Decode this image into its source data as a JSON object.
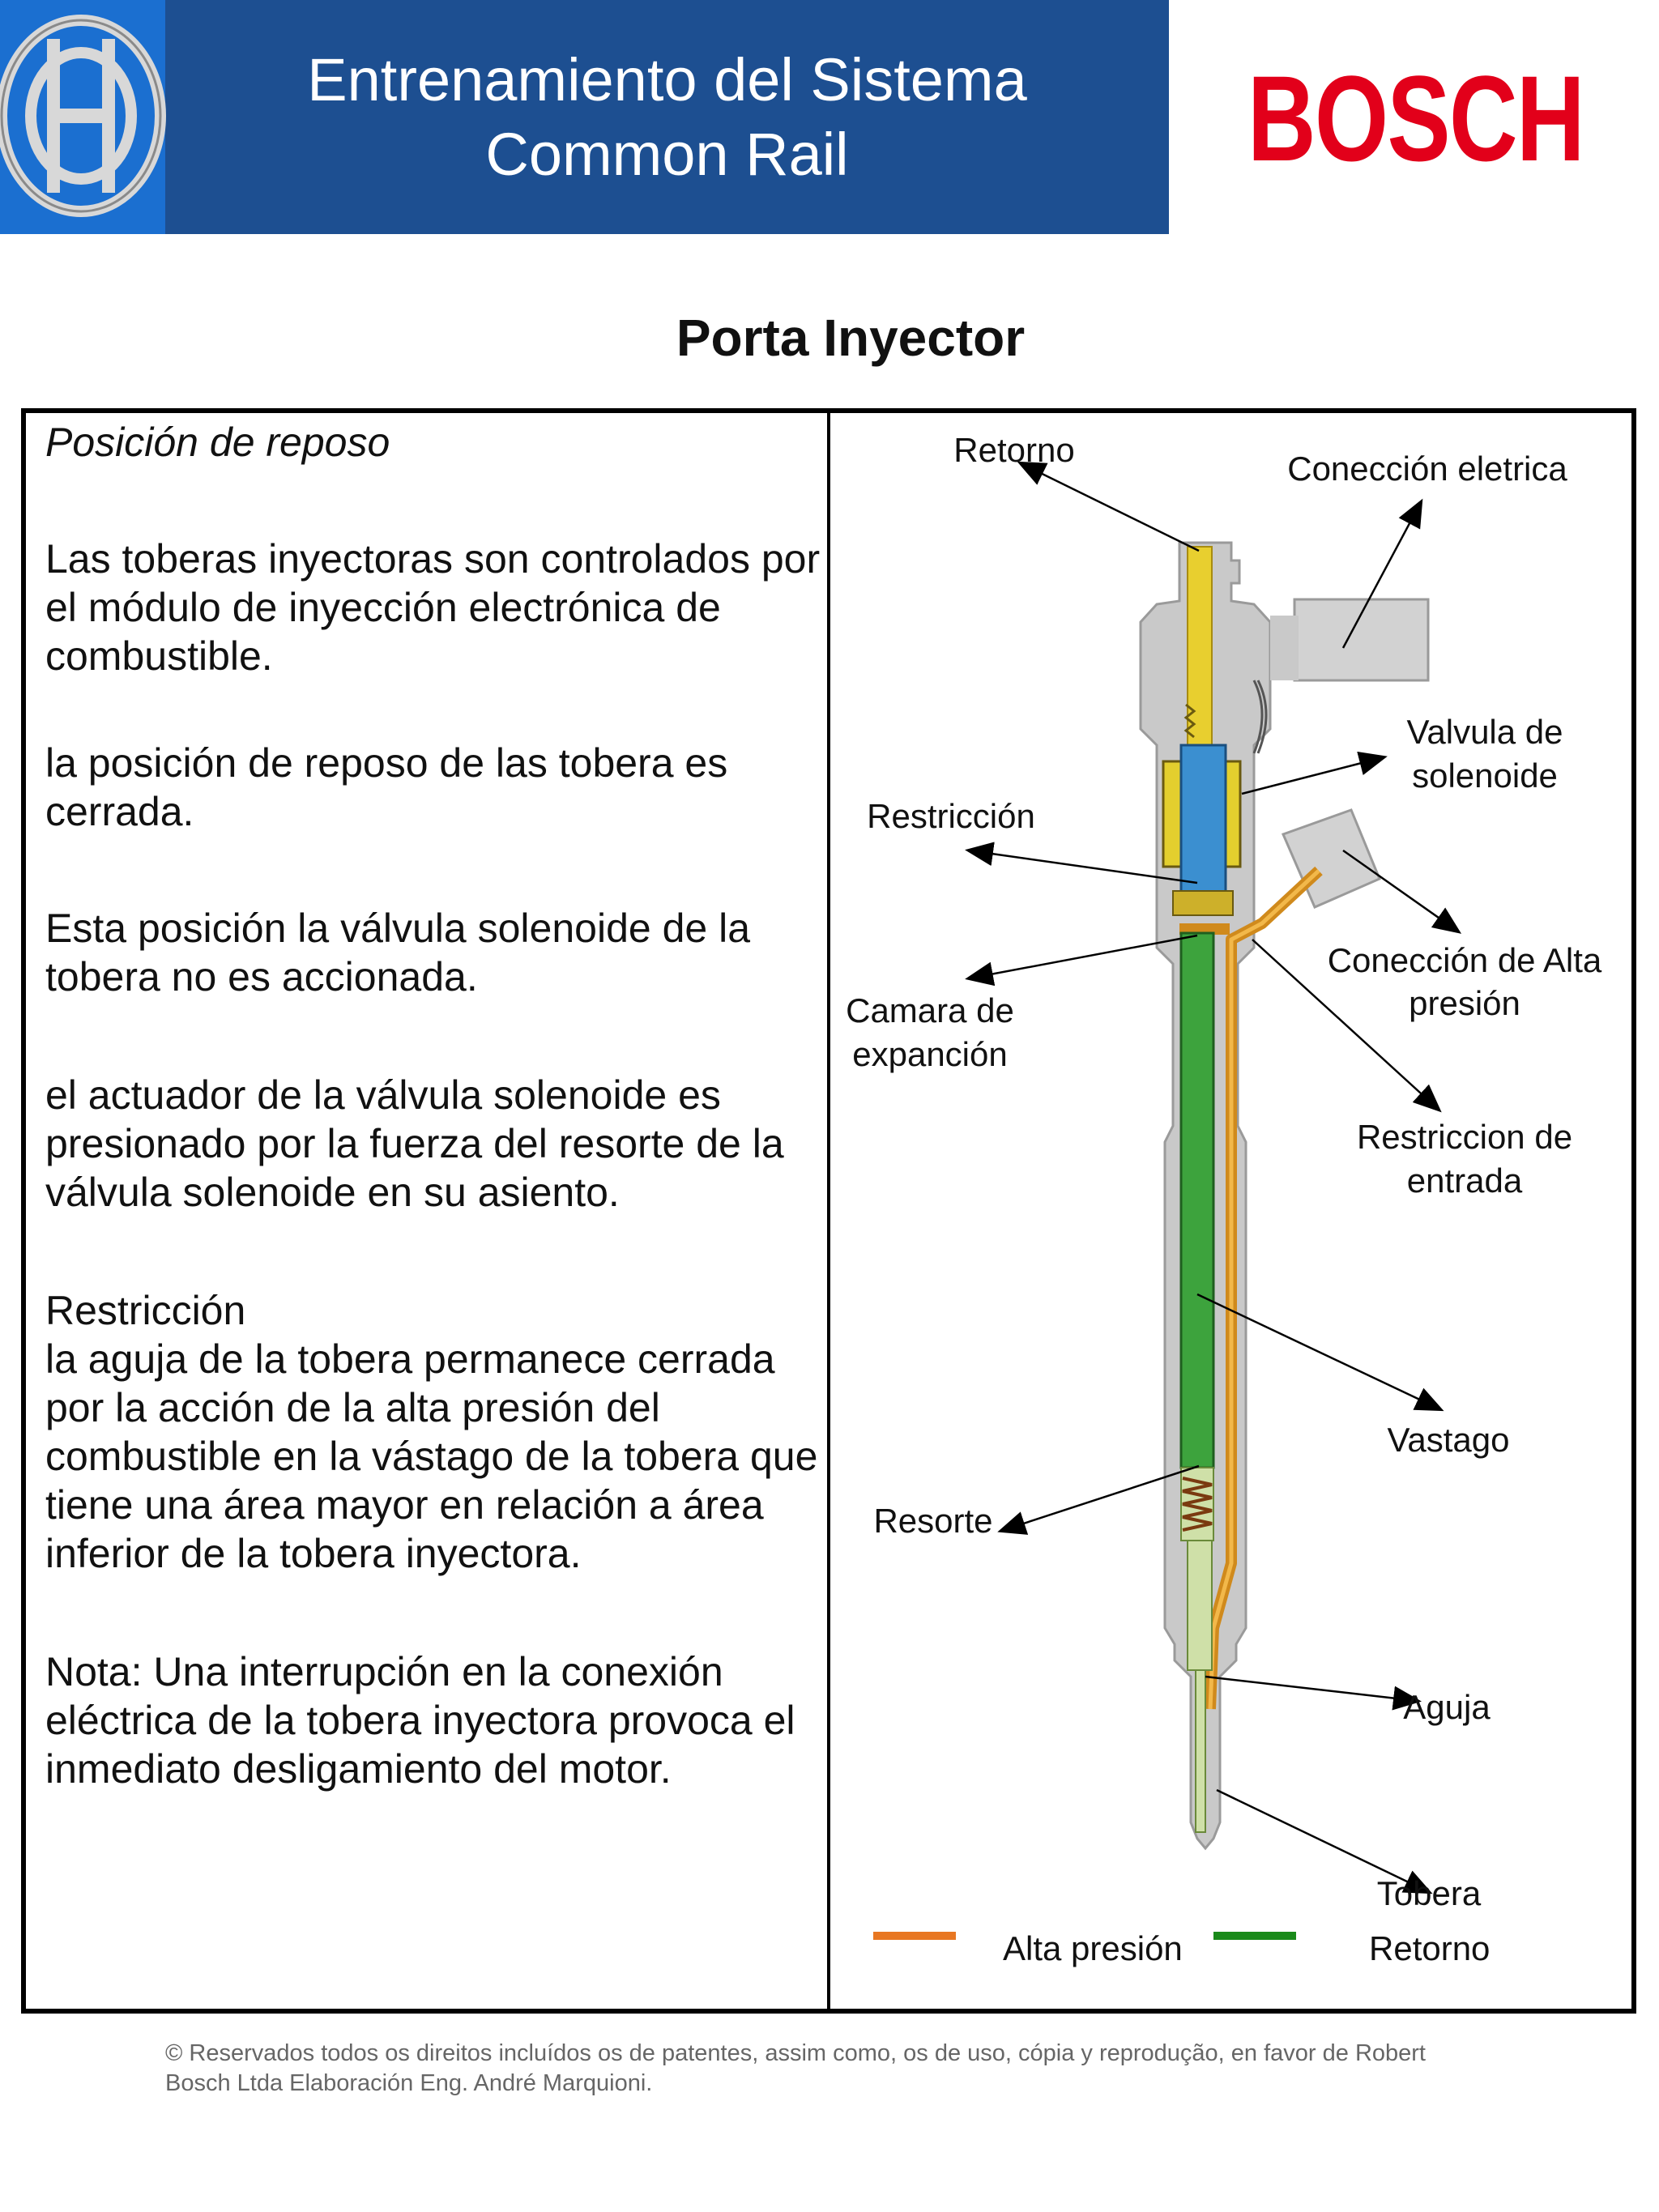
{
  "header": {
    "title_line1": "Entrenamiento del Sistema",
    "title_line2": "Common Rail",
    "brand": "BOSCH",
    "colors": {
      "band": "#1d4f91",
      "emblem_bg": "#1b6fd0",
      "brand": "#e2001a"
    }
  },
  "page_title": "Porta Inyector",
  "left": {
    "subtitle": "Posición de reposo",
    "p1": "Las toberas inyectoras son controlados por el módulo de inyección electrónica de combustible.",
    "p2": "la posición de reposo de las tobera es cerrada.",
    "p3": "Esta posición la válvula solenoide de la tobera no es accionada.",
    "p4": "el actuador de la válvula solenoide es presionado por la fuerza del resorte de la válvula solenoide en su asiento.",
    "p5_head": "Restricción",
    "p5_body": "la aguja de la tobera permanece cerrada por la acción de la alta presión del combustible en la vástago de la tobera que tiene una área mayor en relación a área inferior de la tobera inyectora.",
    "p6": "Nota: Una interrupción en la conexión eléctrica de la tobera inyectora provoca el inmediato desligamiento del motor."
  },
  "diagram": {
    "labels": {
      "retorno": "Retorno",
      "conexion_electrica": "Conección eletrica",
      "valvula_1": "Valvula de",
      "valvula_2": "solenoide",
      "restriccion": "Restricción",
      "conexion_alta_1": "Conección de Alta",
      "conexion_alta_2": "presión",
      "camara_1": "Camara de",
      "camara_2": "expanción",
      "restriccion_entrada_1": "Restriccion de",
      "restriccion_entrada_2": "entrada",
      "vastago": "Vastago",
      "resorte": "Resorte",
      "aguja": "Aguja",
      "tobera": "Tobera"
    },
    "legend": [
      {
        "label": "Alta presión",
        "color": "#e87722"
      },
      {
        "label": "Retorno",
        "color": "#1a8a1a"
      }
    ]
  },
  "footer": {
    "line1": "© Reservados todos os direitos incluídos os de patentes, assim como, os de uso, cópia y reprodução, en favor de Robert",
    "line2": "Bosch Ltda Elaboración Eng. André Marquioni."
  }
}
